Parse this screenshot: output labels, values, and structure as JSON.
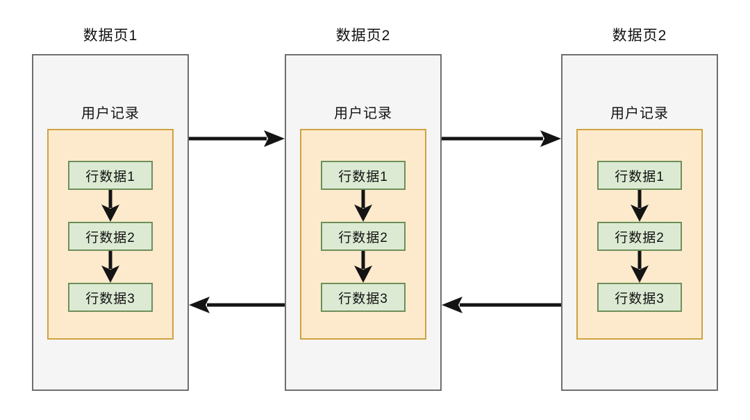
{
  "diagram": {
    "pages": [
      {
        "title": "数据页1",
        "record_label": "用户记录",
        "rows": [
          "行数据1",
          "行数据2",
          "行数据3"
        ]
      },
      {
        "title": "数据页2",
        "record_label": "用户记录",
        "rows": [
          "行数据1",
          "行数据2",
          "行数据3"
        ]
      },
      {
        "title": "数据页2",
        "record_label": "用户记录",
        "rows": [
          "行数据1",
          "行数据2",
          "行数据3"
        ]
      }
    ],
    "links": {
      "forward_arrows": [
        "page1-to-page2",
        "page2-to-page3"
      ],
      "backward_arrows": [
        "page2-to-page1",
        "page3-to-page2"
      ],
      "row_arrows": [
        "row1-to-row2",
        "row2-to-row3"
      ]
    },
    "colors": {
      "page_fill": "#f5f5f5",
      "page_border": "#6e6e6e",
      "record_fill": "#fdeacd",
      "record_border": "#cfa23e",
      "row_fill": "#dcead3",
      "row_border": "#6d8f5a",
      "arrow": "#141414",
      "background": "#ffffff",
      "text": "#111111"
    }
  }
}
